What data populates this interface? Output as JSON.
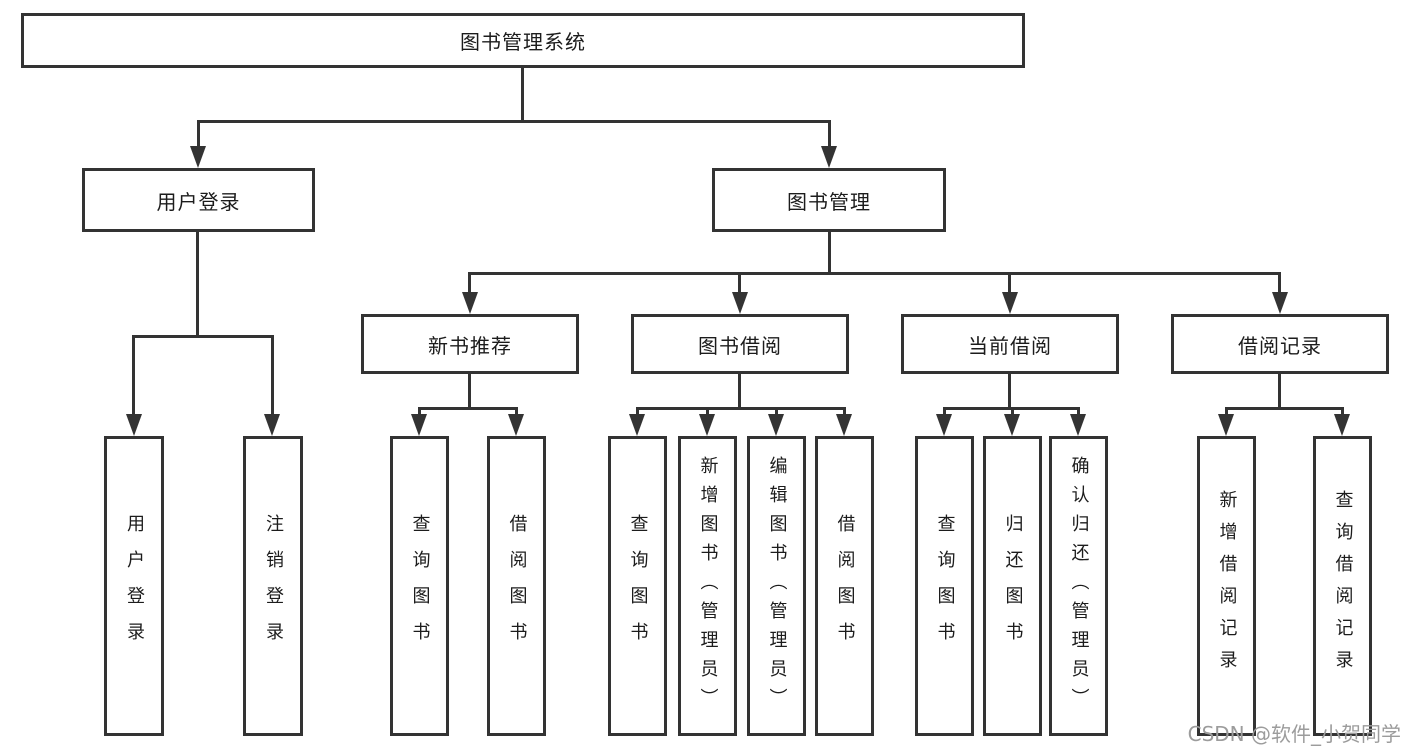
{
  "title": "图书管理系统",
  "watermark": "CSDN @软件_小贺同学",
  "colors": {
    "line": "#333333",
    "text": "#1c1c1c",
    "node_bg": "#ffffff",
    "watermark": "#9c9c9c"
  },
  "tree": {
    "root": {
      "label": "图书管理系统"
    },
    "branches": [
      {
        "label": "用户登录",
        "children": [
          {
            "label": "用户登录"
          },
          {
            "label": "注销登录"
          }
        ]
      },
      {
        "label": "图书管理",
        "children": [
          {
            "label": "新书推荐",
            "children": [
              {
                "label": "查询图书"
              },
              {
                "label": "借阅图书"
              }
            ]
          },
          {
            "label": "图书借阅",
            "children": [
              {
                "label": "查询图书"
              },
              {
                "label": "新增图书（管理员）"
              },
              {
                "label": "编辑图书（管理员）"
              },
              {
                "label": "借阅图书"
              }
            ]
          },
          {
            "label": "当前借阅",
            "children": [
              {
                "label": "查询图书"
              },
              {
                "label": "归还图书"
              },
              {
                "label": "确认归还（管理员）"
              }
            ]
          },
          {
            "label": "借阅记录",
            "children": [
              {
                "label": "新增借阅记录"
              },
              {
                "label": "查询借阅记录"
              }
            ]
          }
        ]
      }
    ]
  }
}
